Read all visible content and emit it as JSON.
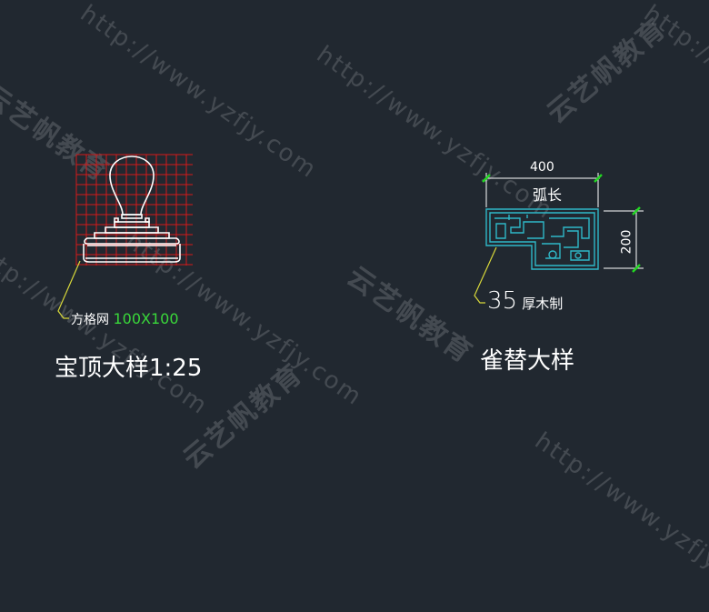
{
  "watermark": {
    "url_text": "http://www.yzfjy.com",
    "brand_text": "云艺帆教育"
  },
  "left_drawing": {
    "title": "宝顶大样1:25",
    "callout_label": "方格网",
    "callout_value": "100X100"
  },
  "right_drawing": {
    "title": "雀替大样",
    "dim_width": "400",
    "dim_height": "200",
    "arc_label": "弧长",
    "callout_number": "35",
    "callout_text": "厚木制"
  },
  "colors": {
    "background": "#212830",
    "grid": "#d21a1a",
    "outline": "#ffffff",
    "callout": "#d8d83a",
    "dimension": "#ffffff",
    "dim_tick": "#22d822",
    "bracket": "#2fb8c8",
    "callout_value": "#3ad83a"
  }
}
